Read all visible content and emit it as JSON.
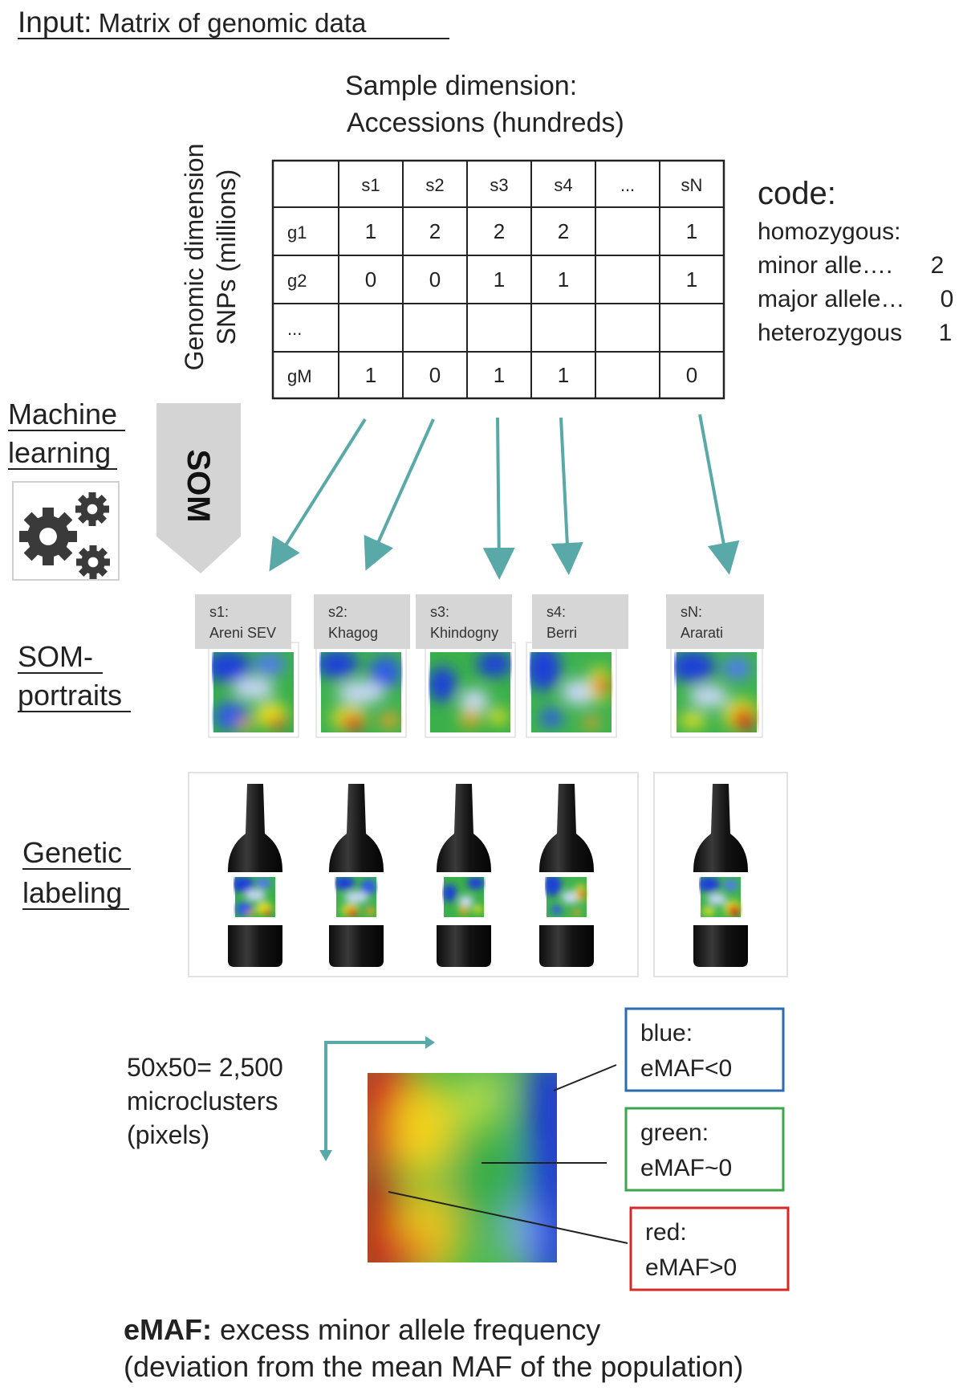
{
  "header": {
    "prefix": "Input:",
    "text": "Matrix of genomic data"
  },
  "sample_dimension": {
    "line1": "Sample dimension:",
    "line2": "Accessions (hundreds)"
  },
  "genomic_dimension": {
    "line1": "Genomic dimension",
    "line2": "SNPs (millions)"
  },
  "matrix": {
    "columns": [
      "",
      "s1",
      "s2",
      "s3",
      "s4",
      "...",
      "sN"
    ],
    "rows": [
      [
        "g1",
        "1",
        "2",
        "2",
        "2",
        "",
        "1"
      ],
      [
        "g2",
        "0",
        "0",
        "1",
        "1",
        "",
        "1"
      ],
      [
        "...",
        "",
        "",
        "",
        "",
        "",
        ""
      ],
      [
        "gM",
        "1",
        "0",
        "1",
        "1",
        "",
        "0"
      ]
    ]
  },
  "code": {
    "title": "code:",
    "line1": "homozygous:",
    "minor_label": "minor alle….",
    "minor_value": "2",
    "major_label": "major allele…",
    "major_value": "0",
    "het_label": "heterozygous",
    "het_value": "1"
  },
  "machine_learning": {
    "line1": "Machine",
    "line2": "learning",
    "icon": "gears-icon"
  },
  "som_arrow": {
    "label": "SOM"
  },
  "som_portraits": {
    "label_line1": "SOM-",
    "label_line2": "portraits",
    "samples": [
      {
        "id": "s1:",
        "name": "Areni SEV"
      },
      {
        "id": "s2:",
        "name": "Khagog"
      },
      {
        "id": "s3:",
        "name": "Khindogny"
      },
      {
        "id": "s4:",
        "name": "Berri"
      },
      {
        "id": "sN:",
        "name": "Ararati"
      }
    ]
  },
  "genetic_labeling": {
    "line1": "Genetic",
    "line2": "labeling"
  },
  "microclusters": {
    "line1": "50x50= 2,500",
    "line2": "microclusters",
    "line3": "(pixels)"
  },
  "legend": [
    {
      "name": "blue:",
      "desc": "eMAF<0",
      "color": "#2b6cb0"
    },
    {
      "name": "green:",
      "desc": "eMAF~0",
      "color": "#3aa54a"
    },
    {
      "name": "red:",
      "desc": "eMAF>0",
      "color": "#d62828"
    }
  ],
  "definition": {
    "term": "eMAF:",
    "text": "excess minor allele frequency",
    "line2": "(deviation from the mean MAF of the population)"
  },
  "colors": {
    "arrow": "#5aa9a9",
    "som_arrow": "#d4d4d4",
    "tab": "#d6d6d6"
  }
}
